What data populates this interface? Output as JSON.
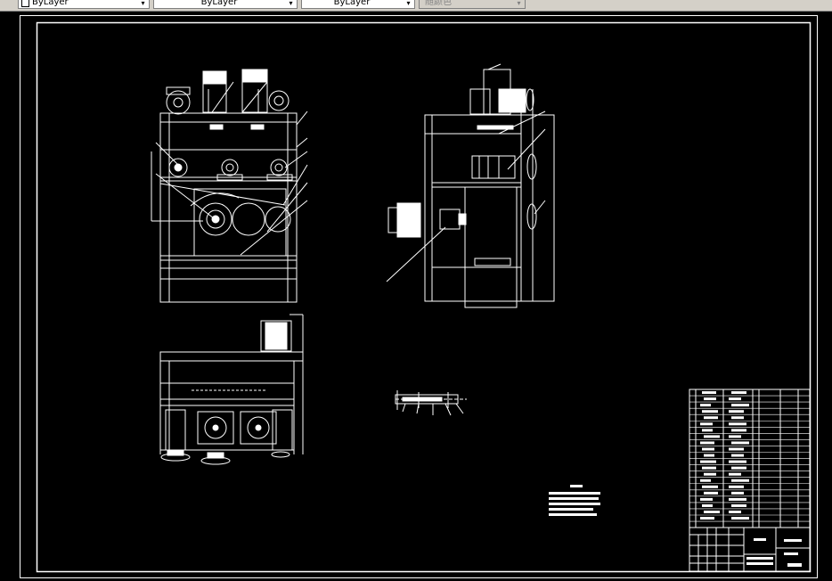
{
  "toolbar": {
    "layer_combo": {
      "value": "ByLayer"
    },
    "linetype_combo": {
      "value": "ByLayer"
    },
    "lineweight_combo": {
      "value": "ByLayer"
    },
    "plotstyle_combo": {
      "value": "随颜色"
    }
  },
  "colors": {
    "toolbar_bg": "#d4d0c8",
    "canvas_bg": "#000000",
    "line": "#ffffff"
  }
}
